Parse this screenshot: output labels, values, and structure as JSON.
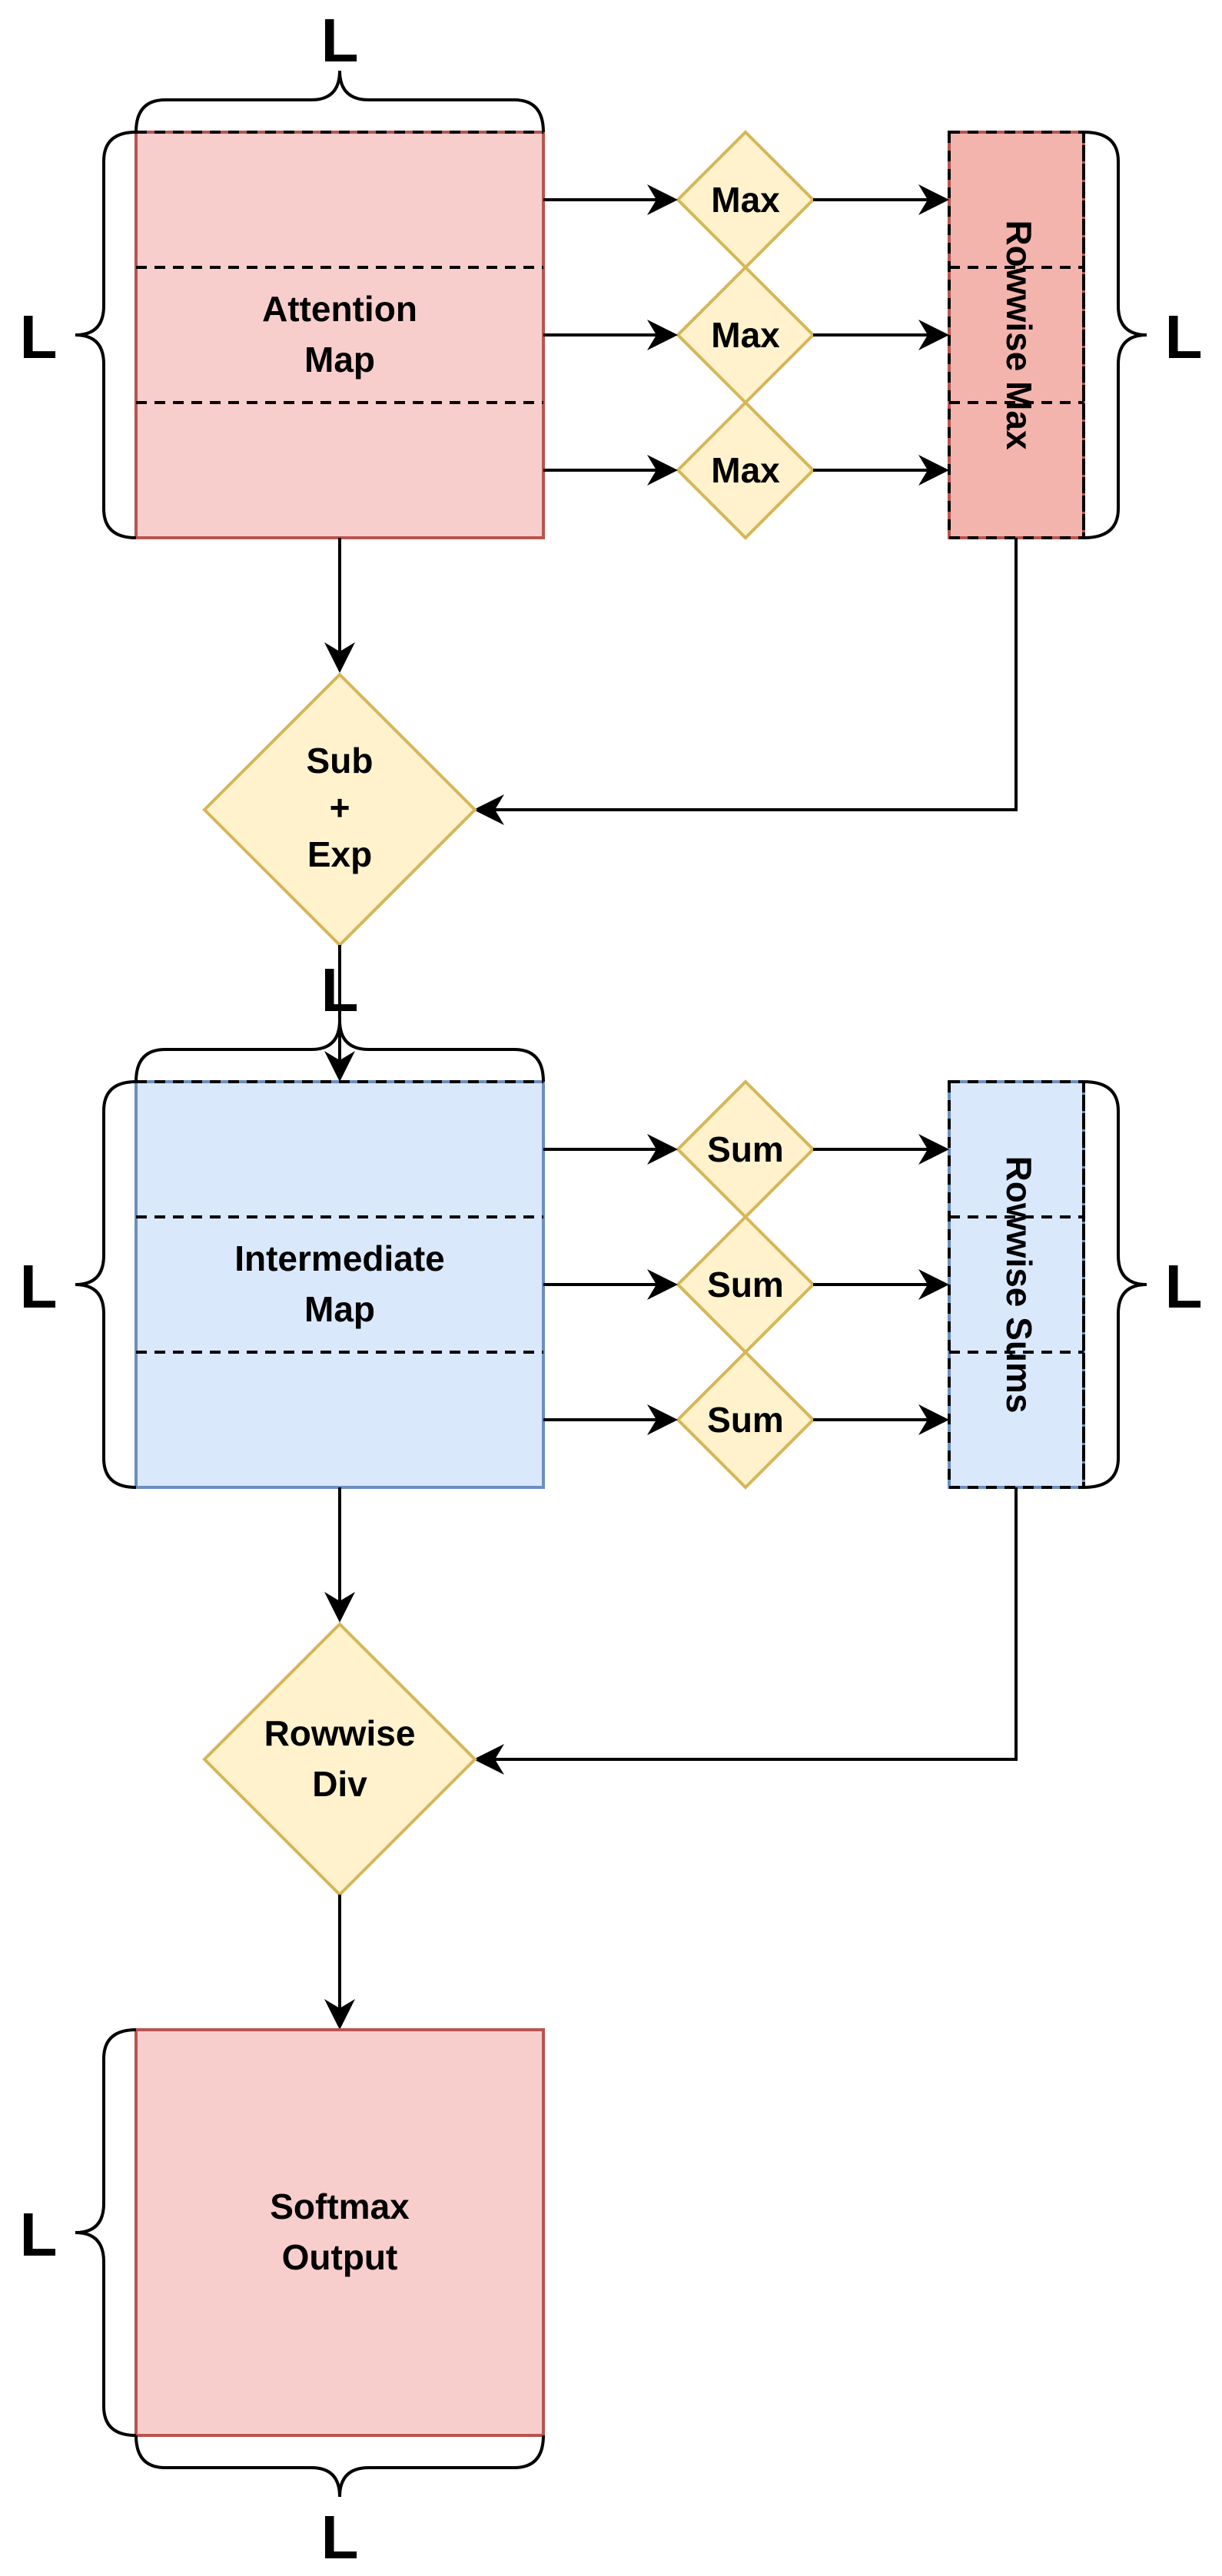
{
  "colors": {
    "red_fill": "#f8cecc",
    "red_dark_fill": "#f4b4ae",
    "red_stroke": "#b85450",
    "blue_fill": "#dae8fc",
    "blue_stroke": "#6c8ebf",
    "yellow_fill": "#fff2cc",
    "yellow_stroke": "#d6b656",
    "line": "#000000"
  },
  "dimension_label": "L",
  "nodes": {
    "attention_map": {
      "line1": "Attention",
      "line2": "Map"
    },
    "rowwise_max": {
      "label": "Rowwise Max"
    },
    "max_ops": [
      "Max",
      "Max",
      "Max"
    ],
    "sub_exp": {
      "line1": "Sub",
      "line2": "+",
      "line3": "Exp"
    },
    "intermediate_map": {
      "line1": "Intermediate",
      "line2": "Map"
    },
    "rowwise_sums": {
      "label": "Rowwise Sums"
    },
    "sum_ops": [
      "Sum",
      "Sum",
      "Sum"
    ],
    "rowwise_div": {
      "line1": "Rowwise",
      "line2": "Div"
    },
    "softmax_output": {
      "line1": "Softmax",
      "line2": "Output"
    }
  }
}
